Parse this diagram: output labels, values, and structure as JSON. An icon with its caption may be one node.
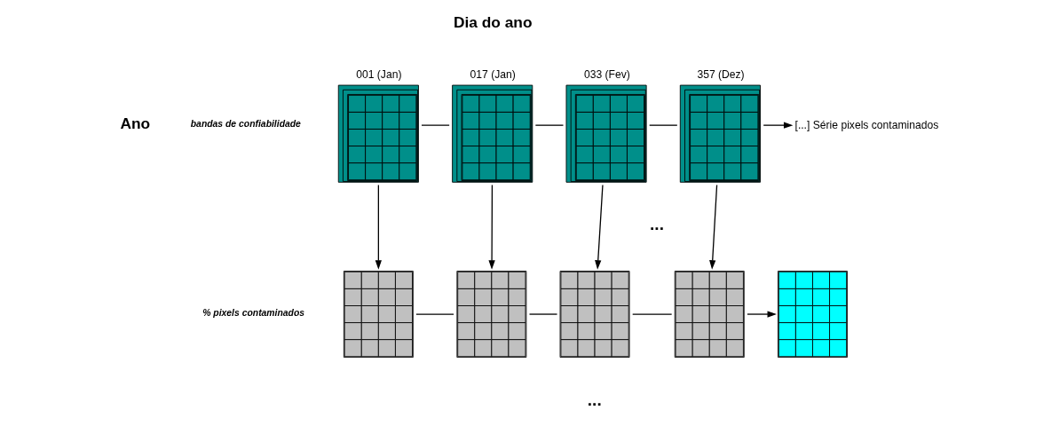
{
  "diagram": {
    "nodes": [
      {
        "text": [],
        "shape": "stack",
        "beside": [
          "001 (Jan)"
        ]
      },
      {
        "text": [],
        "shape": "stack",
        "beside": [
          "017 (Jan)"
        ]
      },
      {
        "text": [],
        "shape": "stack",
        "beside": [
          "033 (Fev)"
        ]
      },
      {
        "text": [],
        "shape": "stack",
        "beside": [
          "357 (Dez)"
        ]
      },
      {
        "text": [
          "[...] Série pixels contaminados"
        ]
      },
      {
        "text": [],
        "shape": "grid"
      },
      {
        "text": [],
        "shape": "grid"
      },
      {
        "text": [],
        "shape": "grid"
      },
      {
        "text": [],
        "shape": "grid"
      },
      {
        "text": [],
        "shape": "grid"
      }
    ],
    "edges": [
      {
        "from": 0,
        "to": 1,
        "arrow": "none"
      },
      {
        "from": 1,
        "to": 2,
        "arrow": "none"
      },
      {
        "from": 2,
        "to": 3,
        "arrow": "none"
      },
      {
        "from": 3,
        "to": 4,
        "arrow": "to"
      },
      {
        "from": 0,
        "to": 5,
        "arrow": "to"
      },
      {
        "from": 1,
        "to": 6,
        "arrow": "to"
      },
      {
        "from": 2,
        "to": 7,
        "arrow": "to"
      },
      {
        "from": 3,
        "to": 8,
        "arrow": "to"
      },
      {
        "from": 5,
        "to": 6,
        "arrow": "none"
      },
      {
        "from": 6,
        "to": 7,
        "arrow": "none"
      },
      {
        "from": 7,
        "to": 8,
        "arrow": "none"
      },
      {
        "from": 8,
        "to": 9,
        "arrow": "to"
      }
    ],
    "labels": [
      "Dia do ano",
      "Ano",
      "bandas de confiabilidade",
      "% pixels contaminados",
      "...",
      "..."
    ]
  }
}
